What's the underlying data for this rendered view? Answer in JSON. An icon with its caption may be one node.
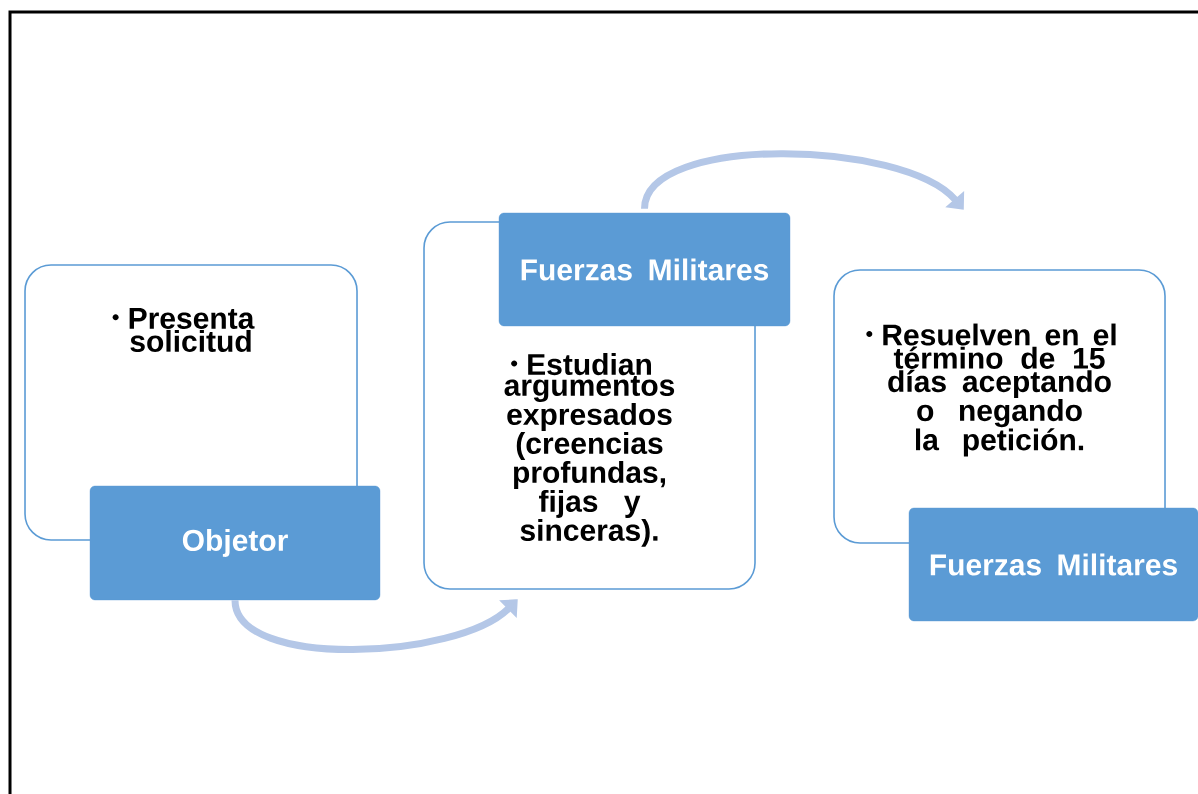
{
  "diagram": {
    "nodes": [
      {
        "text": [
          "Presenta solicitud"
        ]
      },
      {
        "text": [
          "Objetor"
        ]
      },
      {
        "text": [
          "Fuerzas Militares"
        ]
      },
      {
        "text": [
          "Estudian argumentos expresados (creencias profundas, fijas y sinceras)."
        ]
      },
      {
        "text": [
          "Resuelven en el término de 15 días aceptando o negando la petición."
        ]
      },
      {
        "text": [
          "Fuerzas Militares"
        ]
      }
    ],
    "edges": [
      {
        "from": 1,
        "to": 3,
        "arrow": "to"
      },
      {
        "from": 2,
        "to": 4,
        "arrow": "to"
      }
    ]
  }
}
